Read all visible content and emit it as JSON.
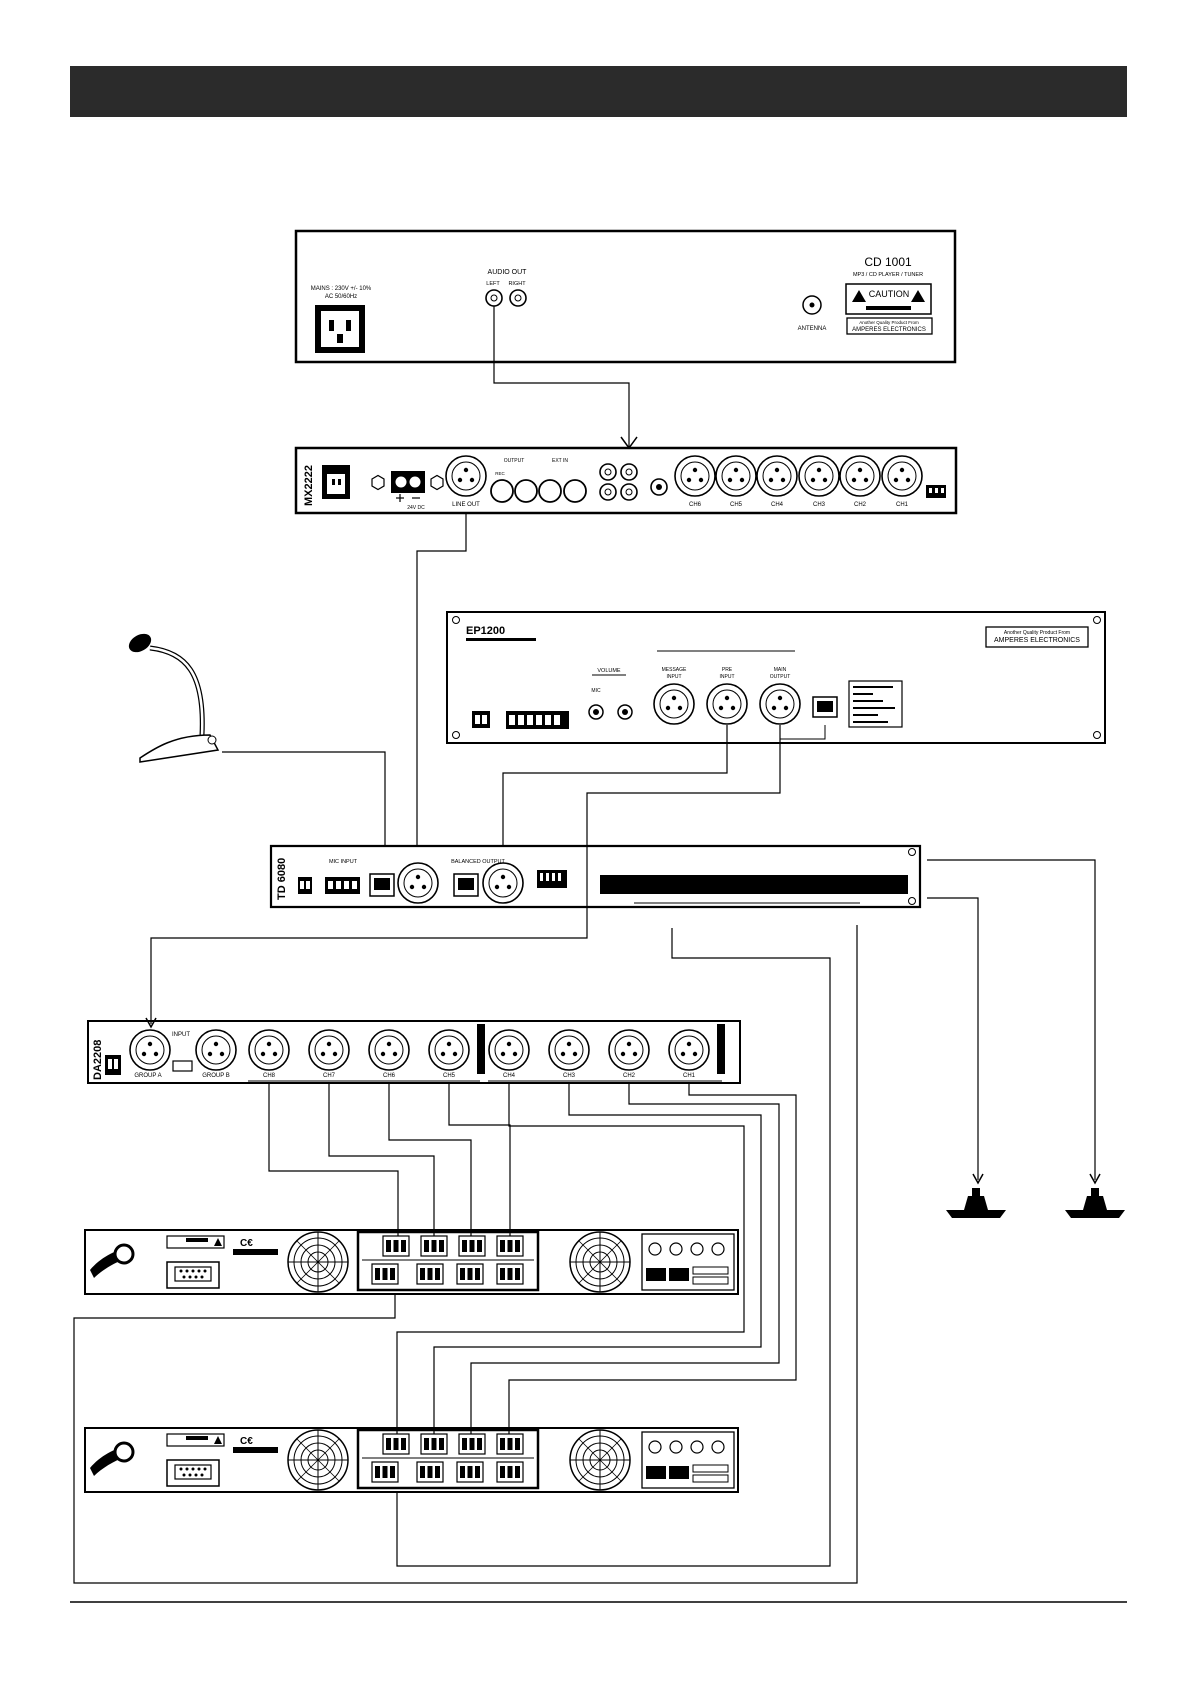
{
  "cd_player": {
    "model": "CD 1001",
    "subtitle": "MP3 / CD PLAYER / TUNER",
    "mains_line1": "MAINS : 230V +/- 10%",
    "mains_line2": "AC 50/60Hz",
    "audio_out": "AUDIO OUT",
    "left": "LEFT",
    "right": "RIGHT",
    "antenna": "ANTENNA",
    "caution": "CAUTION",
    "quality_line1": "Another Quality Product From",
    "quality_line2": "AMPERES ELECTRONICS"
  },
  "mixer": {
    "model": "MX2222",
    "line_out": "LINE OUT",
    "output": "OUTPUT",
    "ext_in": "EXT IN",
    "rec": "REC",
    "dc_input": "24V DC",
    "channels": [
      "CH6",
      "CH5",
      "CH4",
      "CH3",
      "CH2",
      "CH1"
    ]
  },
  "paging_panel": {
    "model": "EP1200",
    "volume": "VOLUME",
    "mic": "MIC",
    "message_input": "MESSAGE",
    "input": "INPUT",
    "pre_input": "PRE",
    "main_output": "MAIN",
    "output": "OUTPUT",
    "quality_line1": "Another Quality Product From",
    "quality_line2": "AMPERES ELECTRONICS"
  },
  "td_unit": {
    "model": "TD 6080",
    "mic_input": "MIC INPUT",
    "balanced_output": "BALANCED OUTPUT"
  },
  "distribution_amp": {
    "model": "DA2208",
    "input": "INPUT",
    "group_a": "GROUP A",
    "group_b": "GROUP B",
    "channels": [
      "CH8",
      "CH7",
      "CH6",
      "CH5",
      "CH4",
      "CH3",
      "CH2",
      "CH1"
    ]
  },
  "colors": {
    "header_bar": "#2b2b2b",
    "line": "#000000",
    "panel_fill": "#ffffff"
  }
}
